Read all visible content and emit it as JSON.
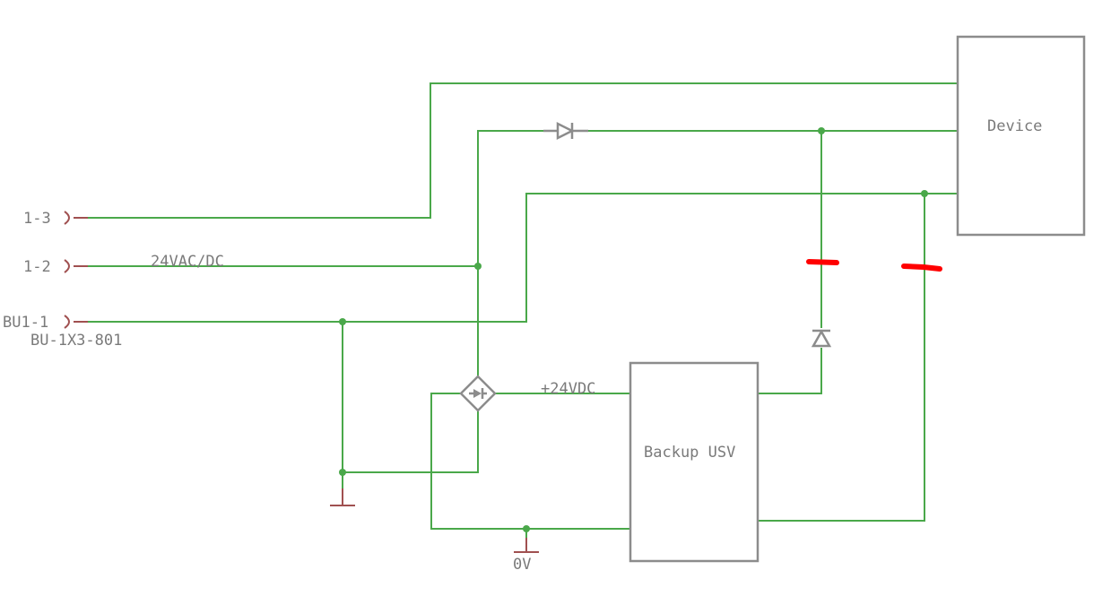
{
  "connectors": {
    "c13": "1-3",
    "c12": "1-2",
    "bu11": "BU1-1",
    "bu_part": "BU-1X3-801"
  },
  "nets": {
    "supply_in": "24VAC/DC",
    "supply_out": "+24VDC",
    "ground": "0V"
  },
  "blocks": {
    "device": "Device",
    "backup": "Backup USV"
  },
  "colors": {
    "wire": "#4aa84a",
    "part": "#8c8c8c",
    "connector": "#a05050",
    "annotation": "#ff0000"
  }
}
